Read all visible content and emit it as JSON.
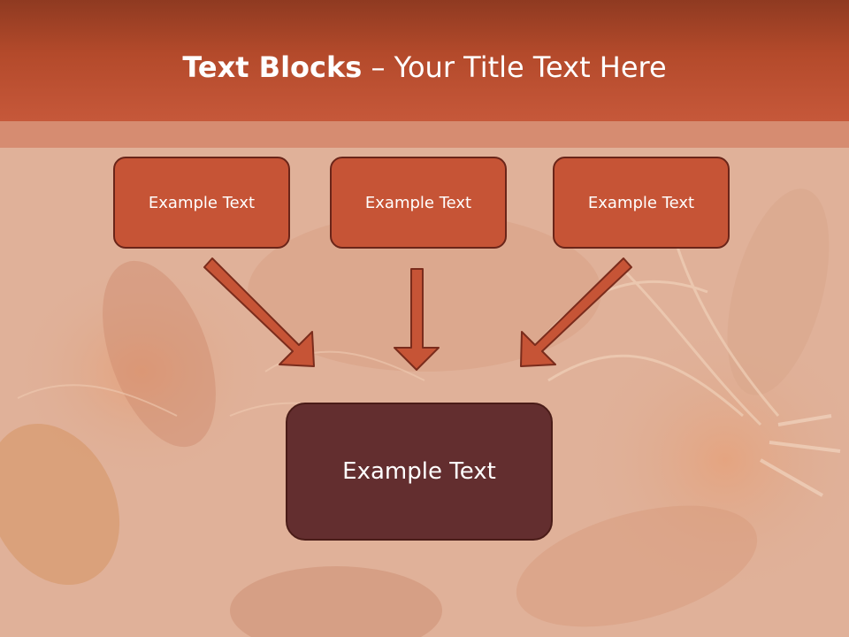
{
  "title": {
    "bold": "Text Blocks",
    "rest": " – Your Title Text Here"
  },
  "top_boxes": [
    {
      "label": "Example Text"
    },
    {
      "label": "Example Text"
    },
    {
      "label": "Example Text"
    }
  ],
  "bottom_box": {
    "label": "Example Text"
  },
  "colors": {
    "header": "#b44a2b",
    "box_fill": "#c65436",
    "box_border": "#6a2519",
    "bottom_box_fill": "#632e2f",
    "arrow_fill": "#c65436",
    "arrow_stroke": "#7a2c1c",
    "title_text": "#ffffff"
  }
}
